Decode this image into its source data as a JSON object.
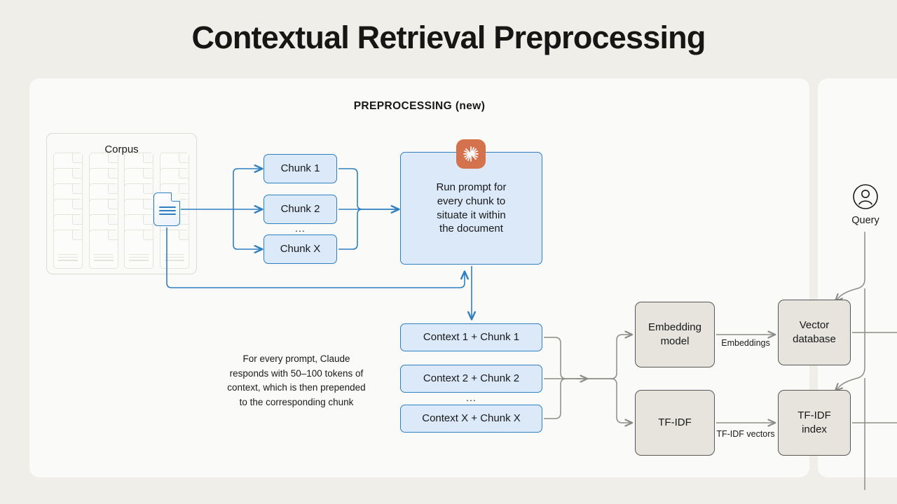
{
  "page": {
    "title": "Contextual Retrieval Preprocessing",
    "background_color": "#EFEEE9",
    "panel_color": "#FAFAF8"
  },
  "colors": {
    "accent_blue": "#2D7FC1",
    "blue_fill": "#DCE9F8",
    "gray_fill": "#E6E4DD",
    "gray_stroke": "#575757",
    "claude_orange": "#D4724E",
    "text": "#171614"
  },
  "main_panel": {
    "section_label": "PREPROCESSING (new)",
    "corpus": {
      "title": "Corpus",
      "active_document_icon": "document-icon",
      "ghost_document_count": 28
    },
    "chunks": [
      {
        "label": "Chunk 1"
      },
      {
        "label": "Chunk 2"
      },
      {
        "label": "Chunk X"
      }
    ],
    "chunks_ellipsis": "...",
    "prompt_box": {
      "icon": "claude-starburst-icon",
      "lines": [
        "Run prompt for",
        "every chunk to",
        "situate it within",
        "the document"
      ]
    },
    "caption": [
      "For every prompt, Claude",
      "responds with 50–100 tokens of",
      "context, which is then prepended",
      "to the corresponding chunk"
    ],
    "context_chunks": [
      {
        "label": "Context 1 + Chunk 1"
      },
      {
        "label": "Context 2 + Chunk 2"
      },
      {
        "label": "Context X + Chunk X"
      }
    ],
    "context_ellipsis": "...",
    "processors": [
      {
        "name": "embedding-model",
        "lines": [
          "Embedding",
          "model"
        ]
      },
      {
        "name": "tf-idf",
        "lines": [
          "TF-IDF"
        ]
      }
    ],
    "stores": [
      {
        "name": "vector-database",
        "lines": [
          "Vector",
          "database"
        ]
      },
      {
        "name": "tf-idf-index",
        "lines": [
          "TF-IDF",
          "index"
        ]
      }
    ],
    "edge_labels": {
      "embeddings": "Embeddings",
      "tfidf_vectors_line1": "TF-IDF",
      "tfidf_vectors_line2": "vectors"
    }
  },
  "retrieval_panel": {
    "query": {
      "icon": "user-circle-icon",
      "label": "Query"
    }
  }
}
